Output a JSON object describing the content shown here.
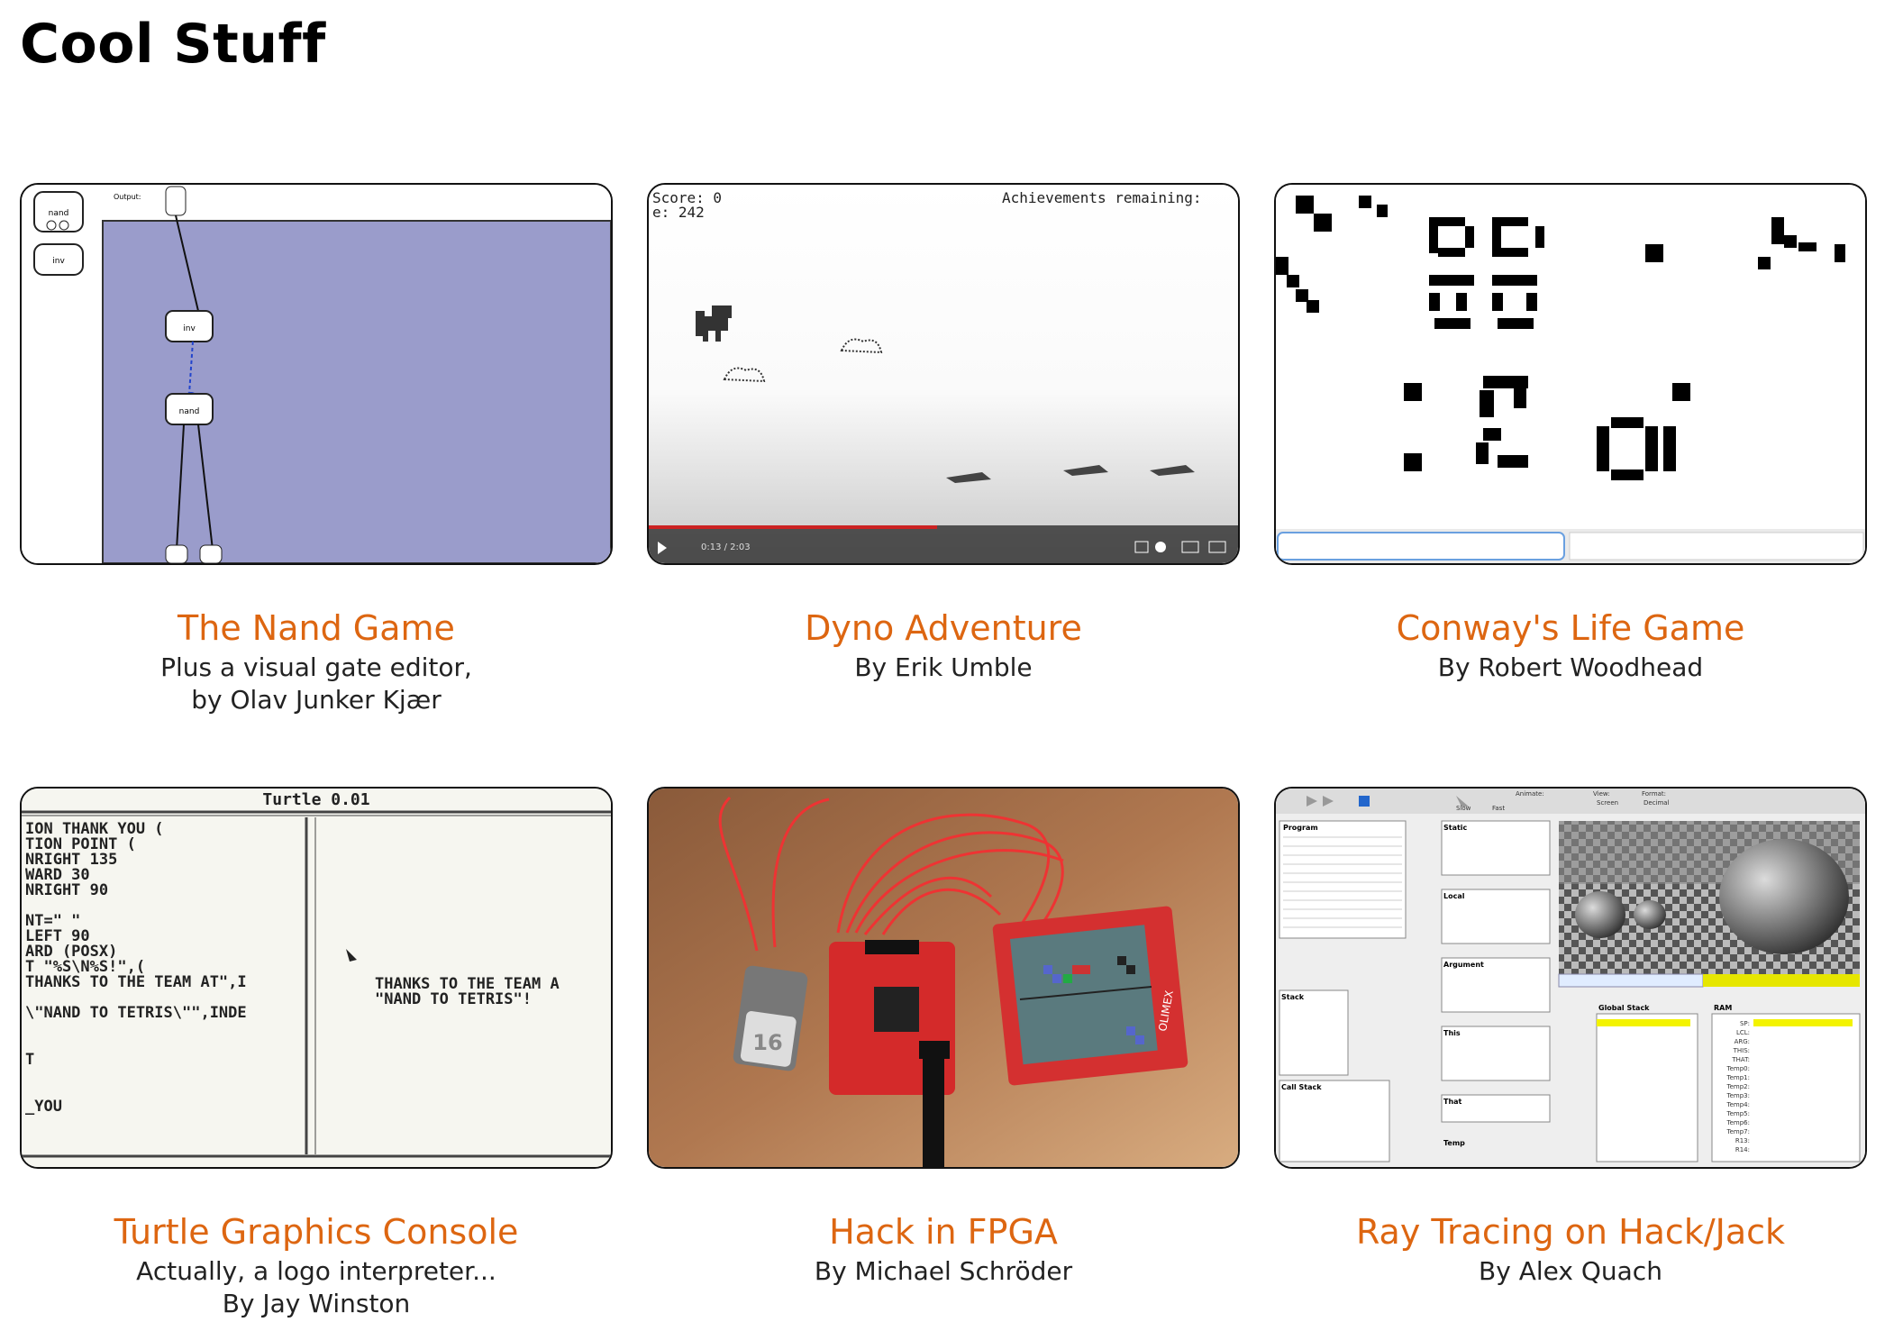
{
  "page": {
    "title": "Cool Stuff"
  },
  "colors": {
    "title_link": "#dd6611",
    "text": "#222222",
    "nand_canvas": "#9a9ccb",
    "fpga_board": "#d42a2a"
  },
  "cards": [
    {
      "title": "The Nand Game",
      "description": "Plus a visual gate editor,\nby Olav Junker Kjær",
      "thumb": {
        "labels": [
          "nand",
          "inv",
          "Output:",
          "inv",
          "nand"
        ]
      }
    },
    {
      "title": "Dyno Adventure",
      "description": "By Erik Umble",
      "thumb": {
        "score": "Score: 0",
        "achievements": "Achievements remaining:",
        "left_text": "e: 242",
        "time": "0:13 / 2:03"
      }
    },
    {
      "title": "Conway's Life Game",
      "description": "By Robert Woodhead",
      "thumb": {}
    },
    {
      "title": "Turtle Graphics Console",
      "description": "Actually, a logo interpreter...\nBy Jay Winston",
      "thumb": {
        "header": "Turtle 0.01",
        "lines": [
          "ION THANK YOU (",
          "TION POINT (",
          "NRIGHT 135",
          "WARD 30",
          "NRIGHT 90",
          "",
          "NT=\"      \"",
          "LEFT 90",
          "ARD (POSX)",
          "T \"%S\\N%S!\",(",
          "THANKS TO THE TEAM AT\",I",
          "",
          "\\\"NAND TO TETRIS\\\"\",INDE",
          "",
          "T",
          "",
          "_YOU"
        ],
        "right_lines": [
          "THANKS TO THE TEAM A",
          "\"NAND TO TETRIS\"!"
        ]
      }
    },
    {
      "title": "Hack in FPGA",
      "description": "By Michael Schröder",
      "thumb": {
        "sd_label": "16",
        "screen_brand": "OLIMEX"
      }
    },
    {
      "title": "Ray Tracing on Hack/Jack",
      "description": "By Alex Quach",
      "thumb": {
        "panels": [
          "Program",
          "Static",
          "Local",
          "Argument",
          "This",
          "That",
          "Temp",
          "Stack",
          "Call Stack",
          "Global Stack",
          "RAM"
        ],
        "toolbar": [
          "Slow",
          "Fast",
          "Animate:",
          "View:",
          "Screen",
          "Format:",
          "Decimal"
        ],
        "ram_labels": [
          "SP:",
          "LCL:",
          "ARG:",
          "THIS:",
          "THAT:",
          "Temp0:",
          "Temp1:",
          "Temp2:",
          "Temp3:",
          "Temp4:",
          "Temp5:",
          "Temp6:",
          "Temp7:",
          "R13:",
          "R14:"
        ]
      }
    }
  ]
}
